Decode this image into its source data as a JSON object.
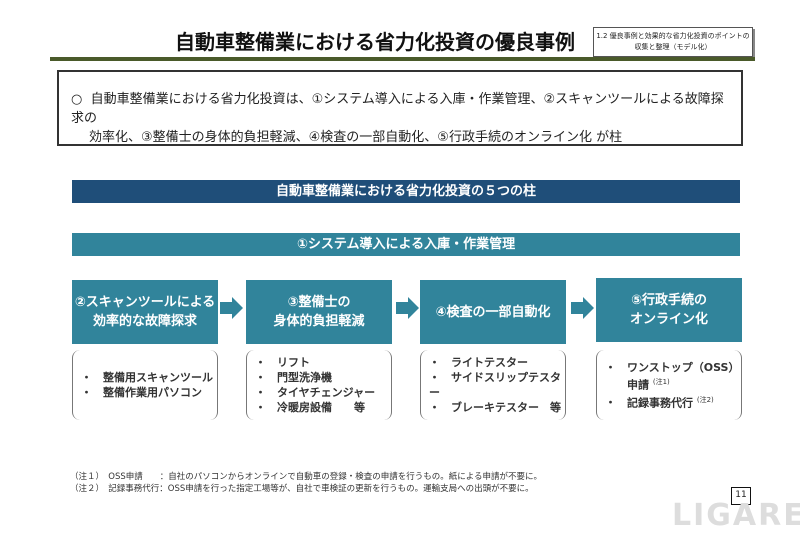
{
  "title": "自動車整備業における省力化投資の優良事例",
  "section_label": [
    "1.2 優良事例と効果的な省力化投資のポイントの",
    "収集と整理（モデル化）"
  ],
  "summary": {
    "bullet": "○",
    "line1": "自動車整備業における省力化投資は、①システム導入による入庫・作業管理、②スキャンツールによる故障探求の",
    "line2": "効率化、③整備士の身体的負担軽減、④検査の一部自動化、⑤行政手続のオンライン化 が柱"
  },
  "pillars_header": "自動車整備業における省力化投資の５つの柱",
  "pillar1": "①システム導入による入庫・作業管理",
  "pillars": [
    {
      "line1": "②スキャンツールによる",
      "line2": "効率的な故障探求",
      "items": [
        "整備用スキャンツール",
        "整備作業用パソコン"
      ]
    },
    {
      "line1": "③整備士の",
      "line2": "身体的負担軽減",
      "items": [
        "リフト",
        "門型洗浄機",
        "タイヤチェンジャー",
        "冷暖房設備　　等"
      ]
    },
    {
      "line1": "④検査の一部自動化",
      "line2": "",
      "items": [
        "ライトテスター",
        "サイドスリップテスター",
        "ブレーキテスター　等"
      ]
    },
    {
      "line1": "⑤行政手続の",
      "line2": "オンライン化",
      "items": [
        "ワンストップ（OSS）",
        "申請",
        "記録事務代行"
      ],
      "notes": [
        "(注1)",
        "(注2)"
      ]
    }
  ],
  "bullet": "・",
  "footnotes": [
    "（注１）　OSS申請　　：自社のパソコンからオンラインで自動車の登録・検査の申請を行うもの。紙による申請が不要に。",
    "（注２）　記録事務代行：OSS申請を行った指定工場等が、自社で車検証の更新を行うもの。運輸支局への出頭が不要に。"
  ],
  "page_number": "11",
  "watermark": "LIGARE"
}
